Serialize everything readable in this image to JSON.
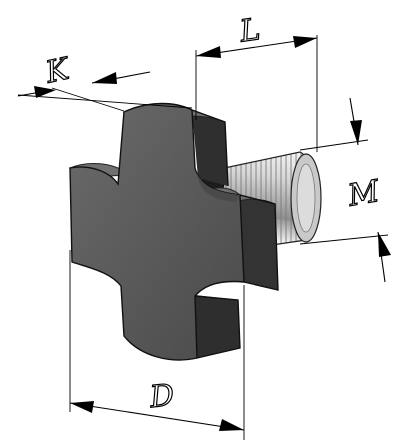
{
  "labels": {
    "k": "K",
    "l": "L",
    "m": "M",
    "d": "D"
  },
  "colors": {
    "front_face": "#5b5b5b",
    "side_face": "#3a3a3a",
    "top_face": "#6e6e6e",
    "thread_light": "#e6e6e6",
    "thread_dark": "#9a9a9a",
    "lines": "#000000"
  }
}
